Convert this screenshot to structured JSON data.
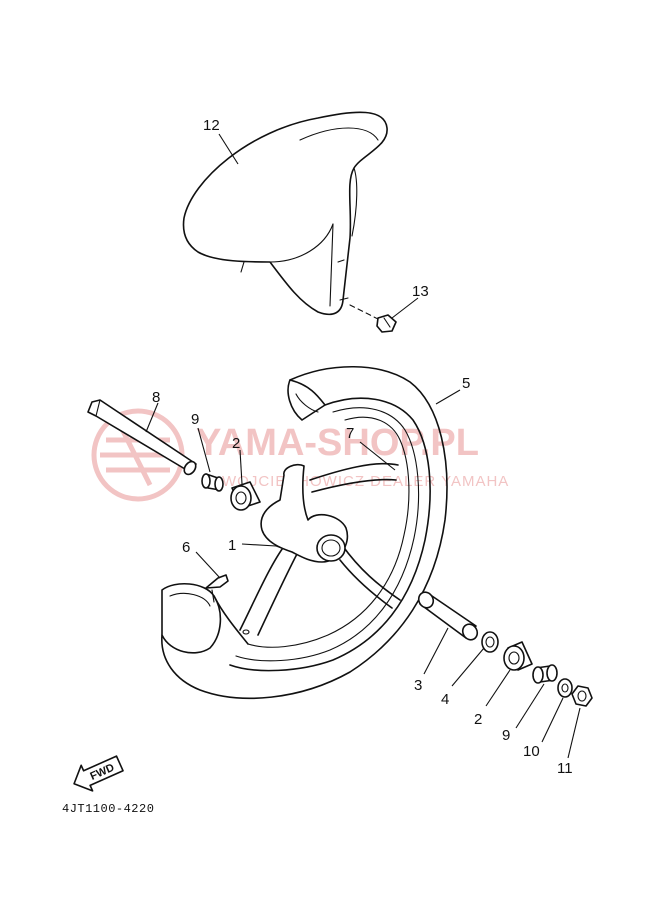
{
  "watermark": {
    "title": "YAMA-SHOP.PL",
    "subtitle": "WOJCIECHOWICZ DEALER YAMAHA",
    "color": "#f2c4c4"
  },
  "callouts": {
    "c1": "1",
    "c2a": "2",
    "c2b": "2",
    "c3": "3",
    "c4": "4",
    "c5": "5",
    "c6": "6",
    "c7": "7",
    "c8": "8",
    "c9a": "9",
    "c9b": "9",
    "c10": "10",
    "c11": "11",
    "c12": "12",
    "c13": "13"
  },
  "fwd_label": "FWD",
  "diagram_code": "4JT1100-4220"
}
